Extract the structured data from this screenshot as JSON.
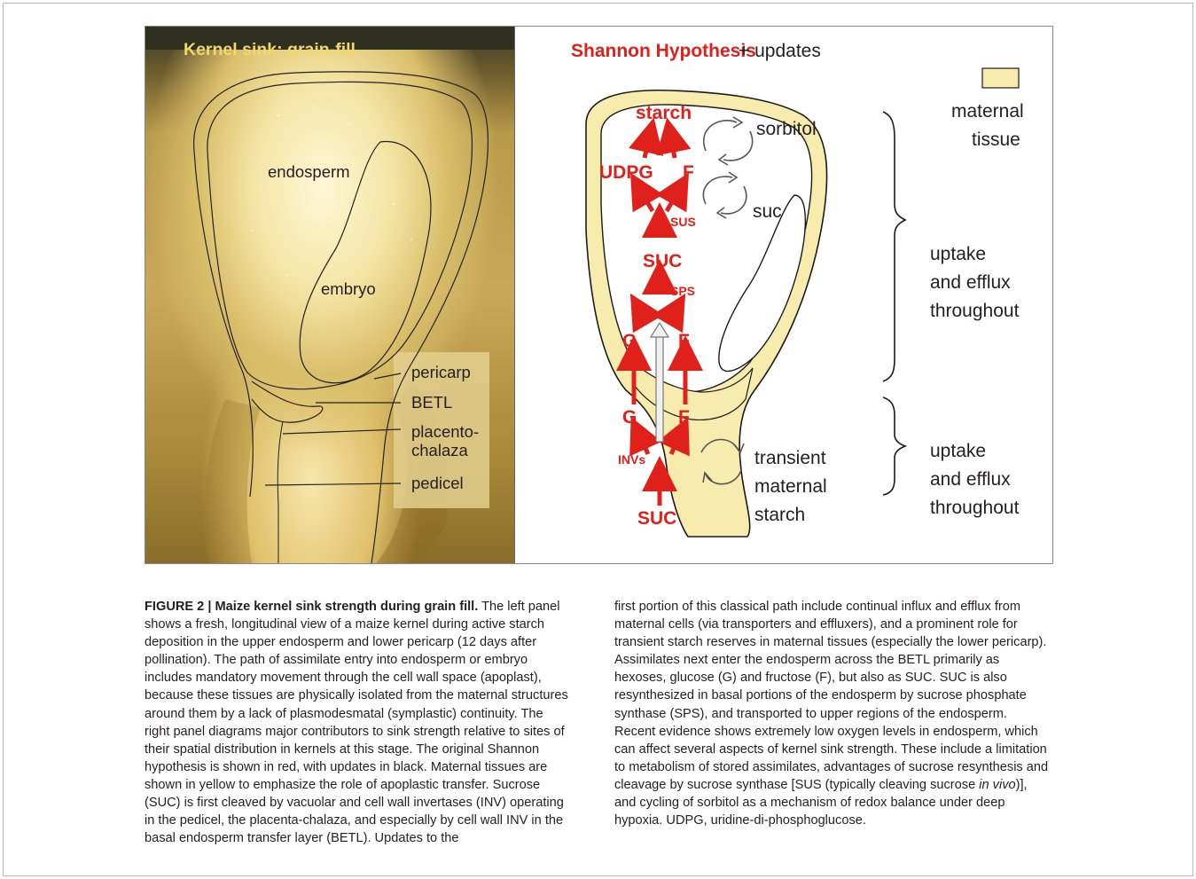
{
  "figure": {
    "left_panel": {
      "title": "Kernel sink: grain-fill",
      "labels": {
        "endosperm": "endosperm",
        "embryo": "embryo",
        "pericarp": "pericarp",
        "betl": "BETL",
        "placento_1": "placento-",
        "placento_2": "chalaza",
        "pedicel": "pedicel"
      }
    },
    "right_panel": {
      "title_red": "Shannon Hypothesis",
      "title_black": " + updates",
      "legend_label_1": "maternal",
      "legend_label_2": "tissue",
      "pathway": {
        "starch": "starch",
        "udpg": "UDPG",
        "f_top": "F",
        "sus": "SUS",
        "suc_mid": "SUC",
        "sps": "SPS",
        "g_mid": "G",
        "f_mid": "F",
        "g_low": "G",
        "f_low": "F",
        "invs": "INVs",
        "suc_base": "SUC"
      },
      "cycles": {
        "sorbitol": "sorbitol",
        "suc": "suc",
        "transient_1": "transient",
        "transient_2": "maternal",
        "transient_3": "starch"
      },
      "brackets": {
        "upper_1": "uptake",
        "upper_2": "and efflux",
        "upper_3": "throughout",
        "lower_1": "uptake",
        "lower_2": "and efflux",
        "lower_3": "throughout"
      },
      "colors": {
        "red": "#e0201a",
        "maternal_yellow": "#f7ecae",
        "outline": "#1a1a1a"
      }
    }
  },
  "caption": {
    "lead": "FIGURE 2 | Maize kernel sink strength during grain fill.",
    "left_body": " The left panel shows a fresh, longitudinal view of a maize kernel during active starch deposition in the upper endosperm and lower pericarp (12 days after pollination). The path of assimilate entry into endosperm or embryo includes mandatory movement through the cell wall space (apoplast), because these tissues are physically isolated from the maternal structures around them by a lack of plasmodesmatal (symplastic) continuity. The right panel diagrams major contributors to sink strength relative to sites of their spatial distribution in kernels at this stage. The original Shannon hypothesis is shown in red, with updates in black. Maternal tissues are shown in yellow to emphasize the role of apoplastic transfer. Sucrose (SUC) is first cleaved by vacuolar and cell wall invertases (INV) operating in the pedicel, the placenta-chalaza, and especially by cell wall INV in the basal endosperm transfer layer (BETL). Updates to the",
    "right_body_1": "first portion of this classical path include continual influx and efflux from maternal cells (via transporters and effluxers), and a prominent role for transient starch reserves in maternal tissues (especially the lower pericarp). Assimilates next enter the endosperm across the BETL primarily as hexoses, glucose (G) and fructose (F), but also as SUC. SUC is also resynthesized in basal portions of the endosperm by sucrose phosphate synthase (SPS), and transported to upper regions of the endosperm. Recent evidence shows extremely low oxygen levels in endosperm, which can affect several aspects of kernel sink strength. These include a limitation to metabolism of stored assimilates, advantages of sucrose resynthesis and cleavage by sucrose synthase [SUS (typically cleaving sucrose ",
    "right_italic": "in vivo",
    "right_body_2": ")], and cycling of sorbitol as a mechanism of redox balance under deep hypoxia. UDPG, uridine-di-phosphoglucose."
  }
}
